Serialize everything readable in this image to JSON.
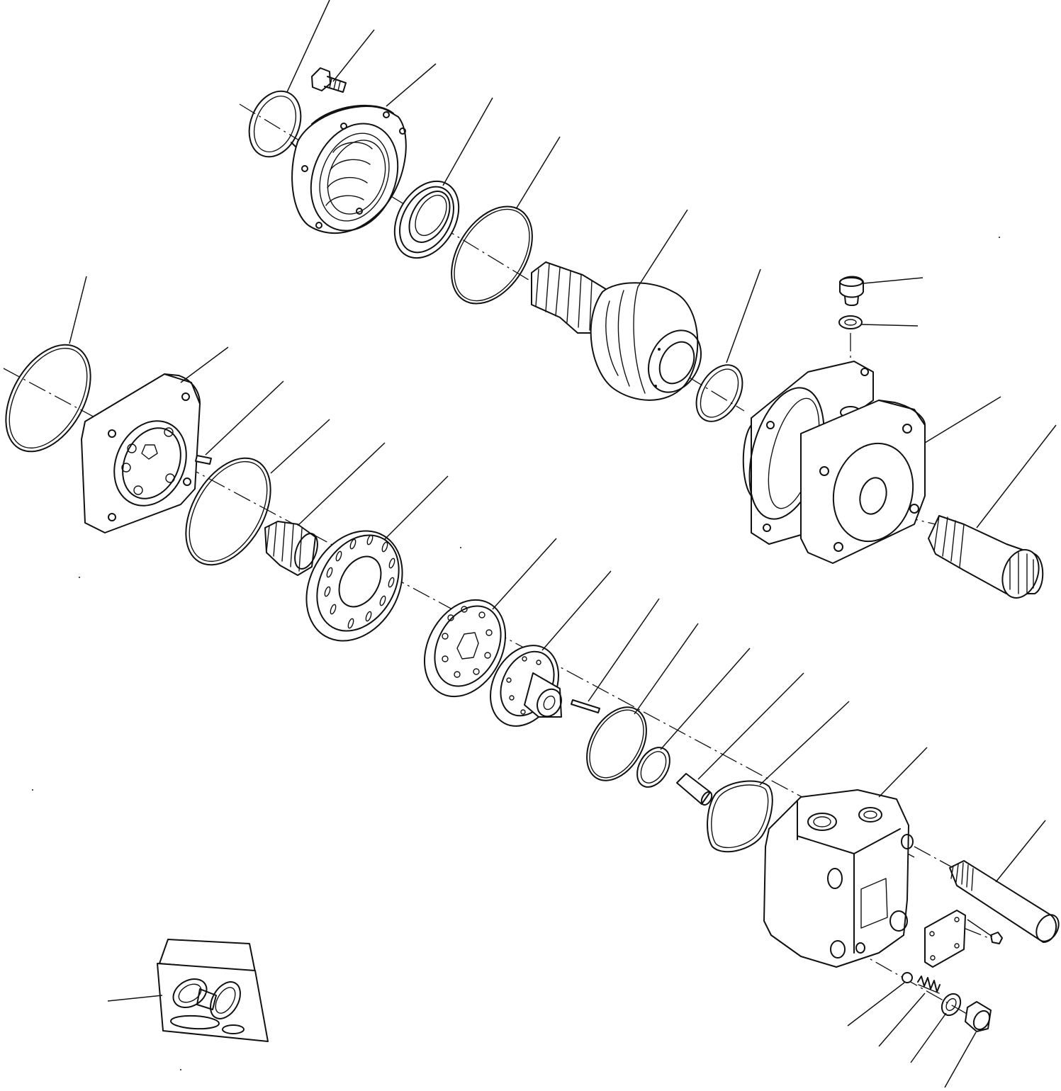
{
  "diagram": {
    "kind": "exploded-parts-view",
    "leader_labels": [],
    "parts": [
      "retaining-ring",
      "cap-screw",
      "end-cover-housing",
      "shaft-seal",
      "o-ring-large",
      "output-shaft-gear",
      "snap-ring",
      "plug",
      "sealing-washer",
      "motor-housing",
      "drive-link-shaft",
      "o-ring-left",
      "gerotor-end-plate",
      "pin",
      "o-ring-middle",
      "drive-coupling",
      "valve-plate",
      "commutator-disc",
      "spool-sleeve",
      "key",
      "o-ring-small",
      "backup-ring",
      "bushing",
      "square-seal",
      "valve-body",
      "through-bolt",
      "cover-plate",
      "small-screw",
      "ball",
      "spring",
      "washer",
      "relief-plug",
      "seal-kit-bag"
    ]
  }
}
